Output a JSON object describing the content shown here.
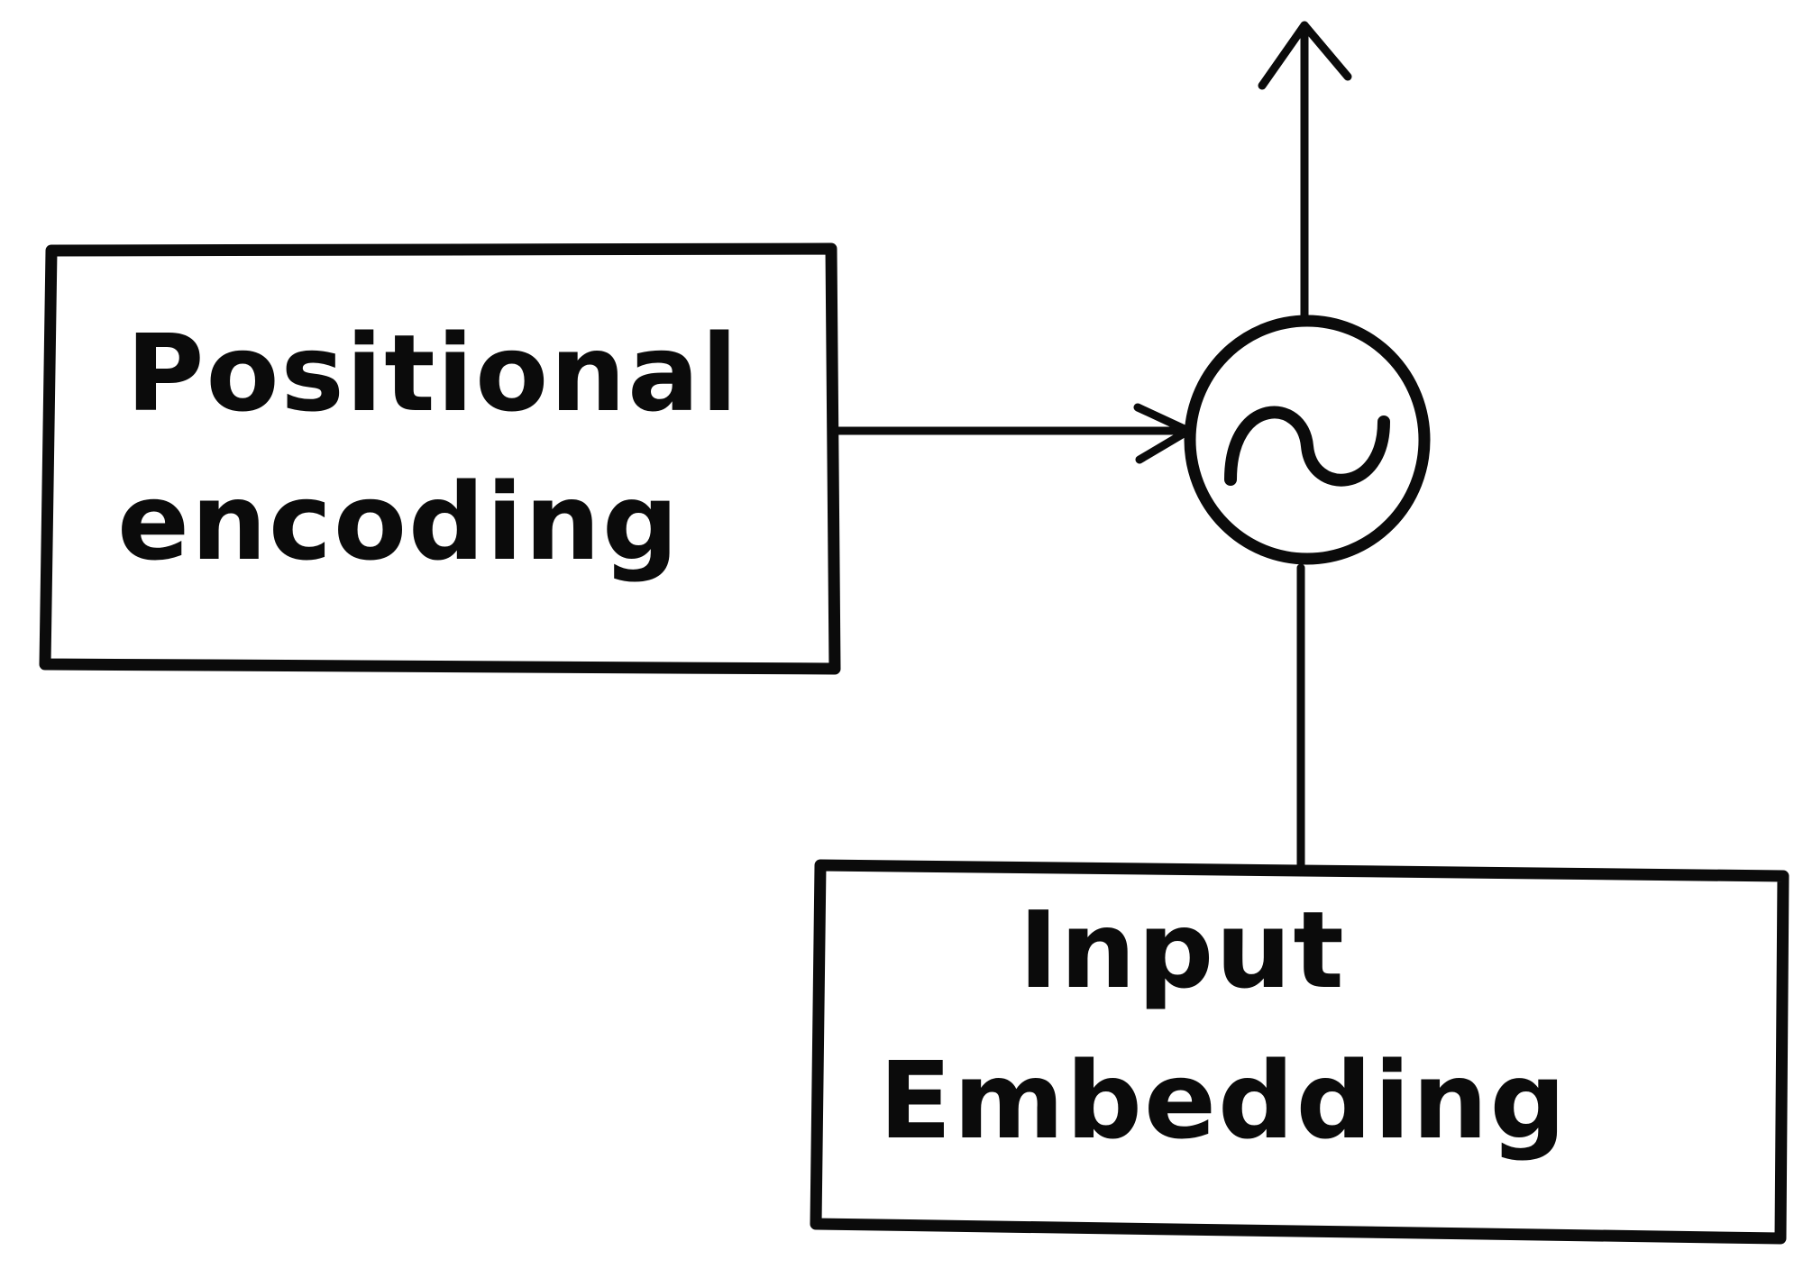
{
  "nodes": {
    "positional_encoding": {
      "lines": [
        "Positional",
        "encoding"
      ]
    },
    "input_embedding": {
      "lines": [
        "Input",
        "Embedding"
      ]
    },
    "combine_operator": {
      "symbol": "~"
    }
  },
  "edges": [
    {
      "from": "positional_encoding",
      "to": "combine_operator",
      "arrow": true
    },
    {
      "from": "input_embedding",
      "to": "combine_operator",
      "arrow": false
    },
    {
      "from": "combine_operator",
      "to": "output",
      "arrow": true
    }
  ],
  "colors": {
    "ink": "#0b0b0b",
    "background": "#ffffff"
  }
}
